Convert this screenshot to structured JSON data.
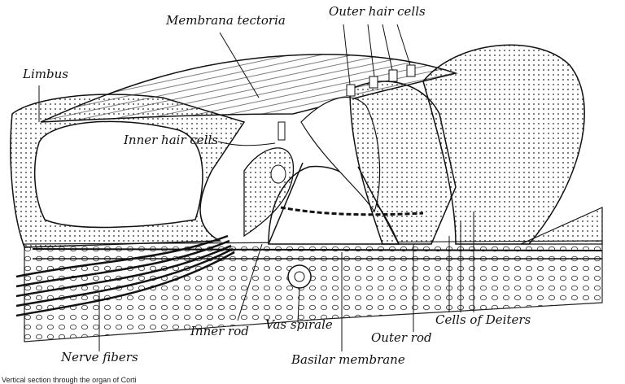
{
  "labels": {
    "membrana_tectoria": "Membrana tectoria",
    "outer_hair_cells": "Outer hair cells",
    "limbus": "Limbus",
    "inner_hair_cells": "Inner hair cells",
    "inner_rod": "Inner rod",
    "vas_spirale": "Vas spirale",
    "outer_rod": "Outer rod",
    "cells_of_deiters": "Cells of Deiters",
    "basilar_membrane": "Basilar membrane",
    "nerve_fibers": "Nerve fibers"
  },
  "caption": "Vertical section through the organ of Corti",
  "colors": {
    "ink": "#111111",
    "background": "#ffffff"
  }
}
